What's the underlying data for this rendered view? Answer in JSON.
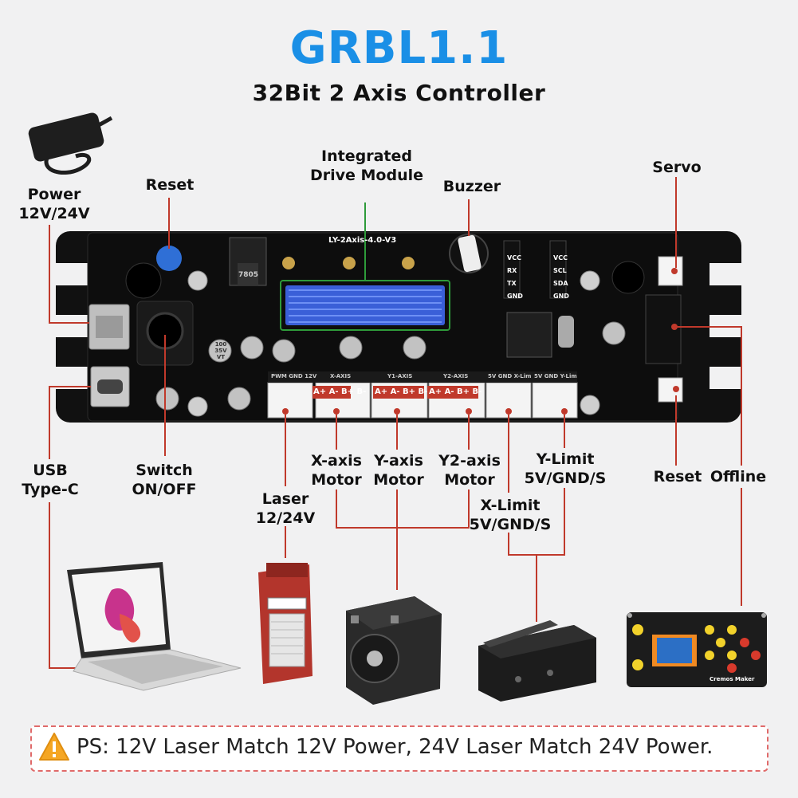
{
  "header": {
    "title": "GRBL1.1",
    "subtitle": "32Bit 2 Axis Controller"
  },
  "labels": {
    "power": [
      "Power",
      "12V/24V"
    ],
    "reset_top": "Reset",
    "integrated": [
      "Integrated",
      "Drive Module"
    ],
    "buzzer": "Buzzer",
    "servo": "Servo",
    "usb": [
      "USB",
      "Type-C"
    ],
    "switch": [
      "Switch",
      "ON/OFF"
    ],
    "laser": [
      "Laser",
      "12/24V"
    ],
    "x_motor": [
      "X-axis",
      "Motor"
    ],
    "y_motor": [
      "Y-axis",
      "Motor"
    ],
    "y2_motor": [
      "Y2-axis",
      "Motor"
    ],
    "y_limit": [
      "Y-Limit",
      "5V/GND/S"
    ],
    "x_limit": [
      "X-Limit",
      "5V/GND/S"
    ],
    "reset_right": "Reset",
    "offline": "Offline"
  },
  "board": {
    "model": "LY-2Axis-4.0-V3",
    "connector_headers": [
      "PWM GND 12V",
      "X-AXIS",
      "Y1-AXIS",
      "Y2-AXIS",
      "5V GND X-Lim",
      "5V GND Y-Lim"
    ],
    "pin_labels": [
      "A+ A- B+ B-",
      "A+ A- B+ B-",
      "A+ A- B+ B-"
    ],
    "serial_left": [
      "VCC",
      "RX",
      "TX",
      "GND"
    ],
    "serial_right": [
      "VCC",
      "SCL",
      "SDA",
      "GND"
    ],
    "regulator": "7805",
    "cap_label": [
      "100",
      "35V",
      "VT"
    ]
  },
  "devices": {
    "offline_brand": "Cremos Maker"
  },
  "note": {
    "text": "PS: 12V Laser Match 12V Power, 24V Laser Match 24V Power."
  },
  "colors": {
    "title": "#1a8fe6",
    "wire": "#c0392b",
    "wire_green": "#2e9b3a",
    "board": "#0d0d0d",
    "heatsink": "#3a5fd8",
    "warning": "#f5a623"
  },
  "icons": [
    "warning-icon",
    "power-adapter-icon",
    "laptop-icon",
    "laser-module-icon",
    "stepper-motor-icon",
    "limit-switch-icon",
    "offline-controller-icon"
  ]
}
